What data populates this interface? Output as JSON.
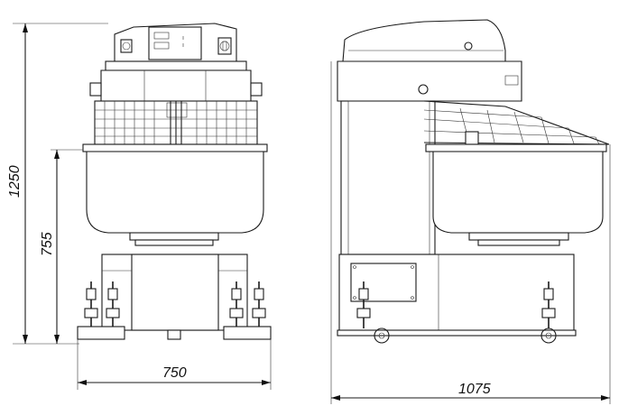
{
  "dimensions": {
    "total_height": "1250",
    "bowl_height": "755",
    "front_width": "750",
    "side_depth": "1075"
  }
}
